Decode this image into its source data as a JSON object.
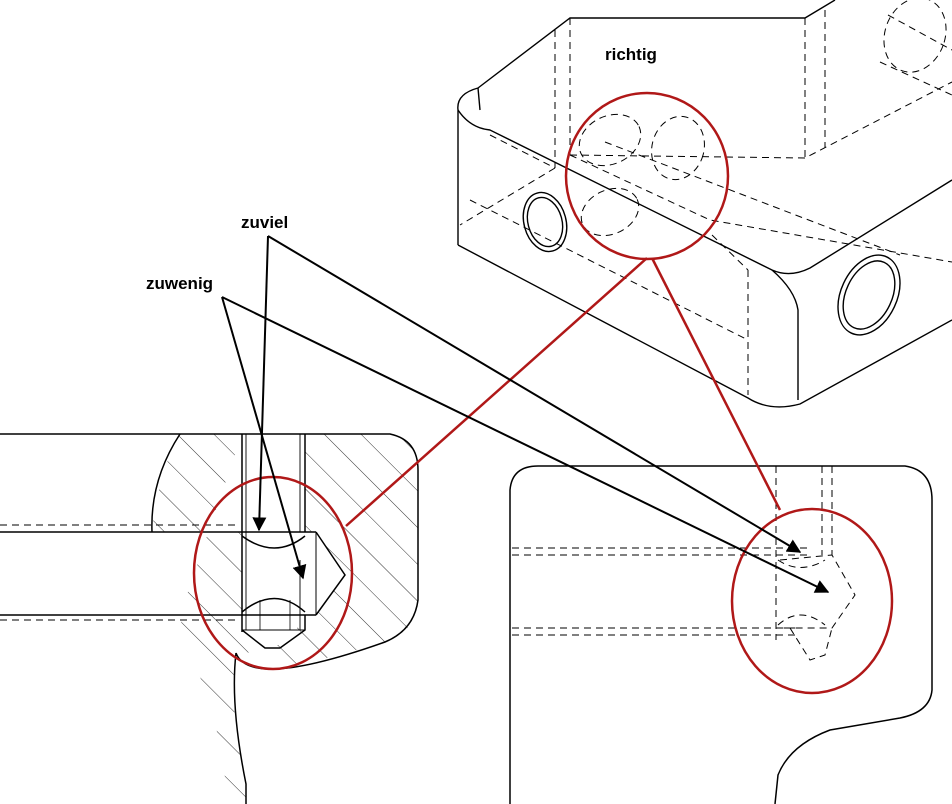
{
  "labels": {
    "correct": "richtig",
    "too_much": "zuviel",
    "too_little": "zuwenig"
  },
  "colors": {
    "line": "#000000",
    "highlight": "#b01818",
    "background": "#ffffff"
  }
}
